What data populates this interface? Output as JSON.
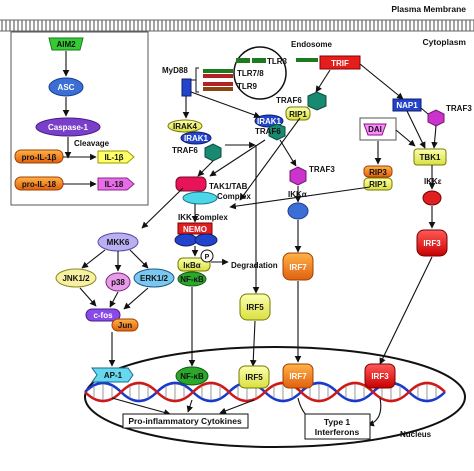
{
  "membrane": {
    "label": "Plasma Membrane",
    "cytoplasm": "Cytoplasm"
  },
  "inflammasome": {
    "aim2": "AIM2",
    "asc": "ASC",
    "caspase1": "Caspase-1",
    "cleavage": "Cleavage",
    "pro_il1b": "pro-IL-1β",
    "il1b": "IL-1β",
    "pro_il18": "pro-IL-18",
    "il18": "IL-18"
  },
  "endosome": {
    "label": "Endosome",
    "tlr3": "TLR3",
    "tlr78": "TLR7/8",
    "tlr9": "TLR9"
  },
  "nodes": {
    "myd88": "MyD88",
    "trif": "TRIF",
    "nap1": "NAP1",
    "traf3_right": "TRAF3",
    "irak4": "IRAK4",
    "irak1": "IRAK1",
    "traf6_left": "TRAF6",
    "irak1_b": "IRAK1",
    "traf6_mid": "TRAF6",
    "traf6_trif": "TRAF6",
    "rip1_trif": "RIP1",
    "dai": "DAI",
    "tbk1": "TBK1",
    "rip3": "RIP3",
    "rip1_dai": "RIP1",
    "tak1": "TAK1/TAB",
    "complex": "Complex",
    "traf3_mid": "TRAF3",
    "ikka": "IKKα",
    "ikke": "IKKε",
    "mkk6": "MKK6",
    "ikk_complex": "IKK Complex",
    "nemo": "NEMO",
    "jnk": "JNK1/2",
    "p38": "p38",
    "erk": "ERK1/2",
    "ikba": "IκBα",
    "p_label": "P",
    "nfkb": "NF-κB",
    "degradation": "Degradation",
    "irf5": "IRF5",
    "irf7": "IRF7",
    "irf3": "IRF3",
    "cfos": "c-fos",
    "jun": "Jun"
  },
  "nucleus": {
    "label": "Nucleus",
    "ap1": "AP-1",
    "nfkb": "NF-κB",
    "irf5": "IRF5",
    "irf7": "IRF7",
    "irf3": "IRF3",
    "proinflammatory": "Pro-inflammatory Cytokines",
    "type1_a": "Type 1",
    "type1_b": "Interferons"
  }
}
